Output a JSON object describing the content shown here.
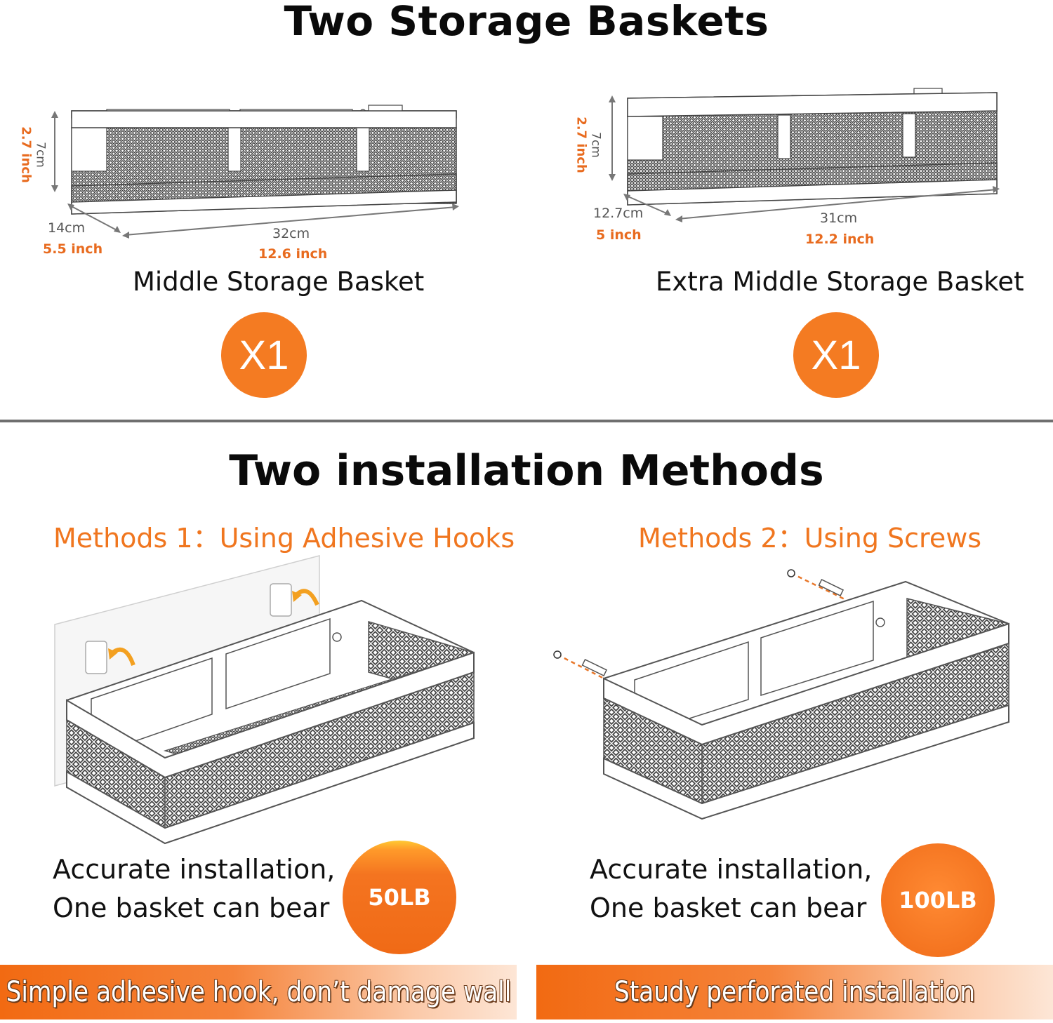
{
  "titles": {
    "storage": "Two Storage Baskets",
    "installation": "Two installation Methods"
  },
  "colors": {
    "accent": "#f47b22",
    "divider": "#6f6f6f",
    "text": "#111111"
  },
  "baskets": [
    {
      "name": "Middle Storage Basket",
      "height_cm": "7cm",
      "height_in": "2.7 inch",
      "depth_cm": "14cm",
      "depth_in": "5.5 inch",
      "width_cm": "32cm",
      "width_in": "12.6 inch",
      "quantity": "X1"
    },
    {
      "name": "Extra Middle Storage Basket",
      "height_cm": "7cm",
      "height_in": "2.7 inch",
      "depth_cm": "12.7cm",
      "depth_in": "5 inch",
      "width_cm": "31cm",
      "width_in": "12.2 inch",
      "quantity": "X1"
    }
  ],
  "methods": [
    {
      "title": "Methods 1：Using Adhesive Hooks",
      "caption_line1": "Accurate installation,",
      "caption_line2": "One basket can bear",
      "capacity": "50LB",
      "banner": "Simple adhesive hook, don’t damage wall"
    },
    {
      "title": "Methods 2：Using Screws",
      "caption_line1": "Accurate installation,",
      "caption_line2": "One basket can bear",
      "capacity": "100LB",
      "banner": "Staudy perforated installation"
    }
  ]
}
